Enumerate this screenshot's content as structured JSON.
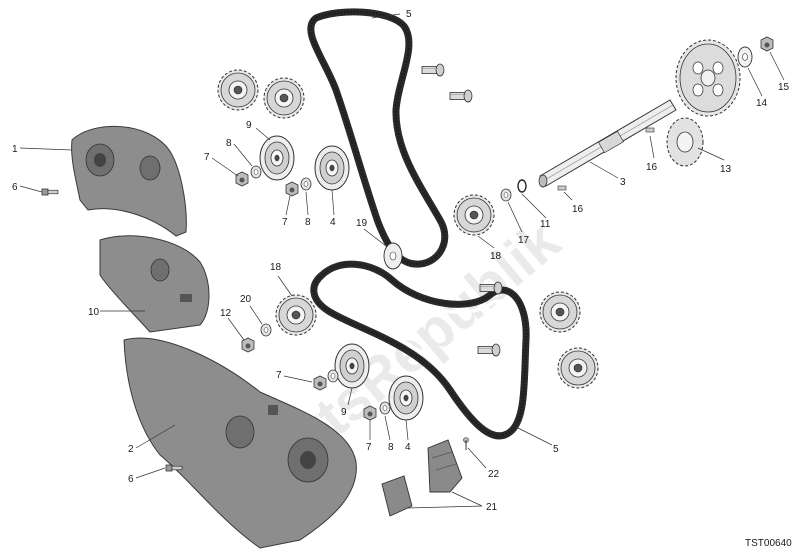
{
  "watermark": {
    "text": "PartsRepublik"
  },
  "reference_code": "TST00640",
  "callouts": {
    "c1": "1",
    "c2": "2",
    "c3": "3",
    "c4a": "4",
    "c4b": "4",
    "c5a": "5",
    "c5b": "5",
    "c6a": "6",
    "c6b": "6",
    "c7a": "7",
    "c7b": "7",
    "c7c": "7",
    "c7d": "7",
    "c8a": "8",
    "c8b": "8",
    "c8c": "8",
    "c9a": "9",
    "c9b": "9",
    "c10": "10",
    "c11": "11",
    "c12": "12",
    "c13": "13",
    "c14": "14",
    "c15": "15",
    "c16a": "16",
    "c16b": "16",
    "c17": "17",
    "c18a": "18",
    "c18b": "18",
    "c19": "19",
    "c20": "20",
    "c21": "21",
    "c22": "22"
  }
}
